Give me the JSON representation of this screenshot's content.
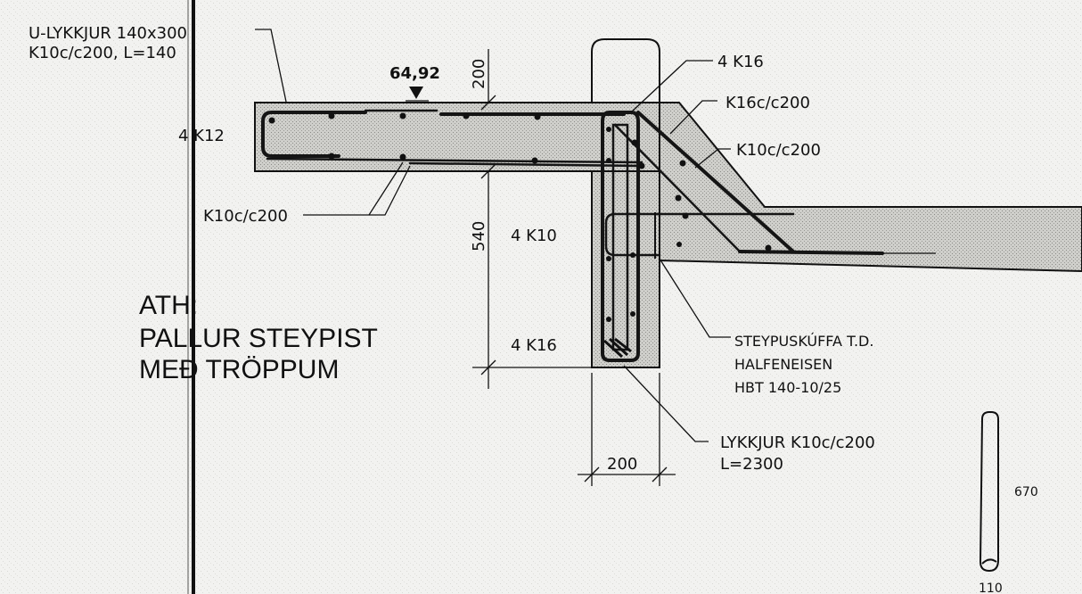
{
  "notes": {
    "u_stirrup_line1": "U-LYKKJUR 140x300",
    "u_stirrup_line2": "K10c/c200, L=140",
    "level": "64,92",
    "bar_4k12": "4 K12",
    "bar_k10_left": "K10c/c200",
    "bar_4k16_top": "4 K16",
    "bar_k16_diag": "K16c/c200",
    "bar_k10_diag": "K10c/c200",
    "bar_4k10": "4 K10",
    "bar_4k16_bottom": "4 K16",
    "channel_line1": "STEYPUSKÚFFA T.D.",
    "channel_line2": "HALFENEISEN",
    "channel_line3": "HBT 140-10/25",
    "stirrup_line1": "LYKKJUR K10c/c200",
    "stirrup_line2": "L=2300"
  },
  "dimensions": {
    "dim_200_top": "200",
    "dim_540": "540",
    "dim_200_bottom": "200",
    "dim_670": "670",
    "dim_110": "110"
  },
  "remark": {
    "line1": "ATH:",
    "line2": "PALLUR STEYPIST",
    "line3": "MEÐ TRÖPPUM"
  },
  "colors": {
    "ink": "#111111",
    "paper": "#f2f2f0",
    "concrete_fill": "#c8c8c4"
  }
}
